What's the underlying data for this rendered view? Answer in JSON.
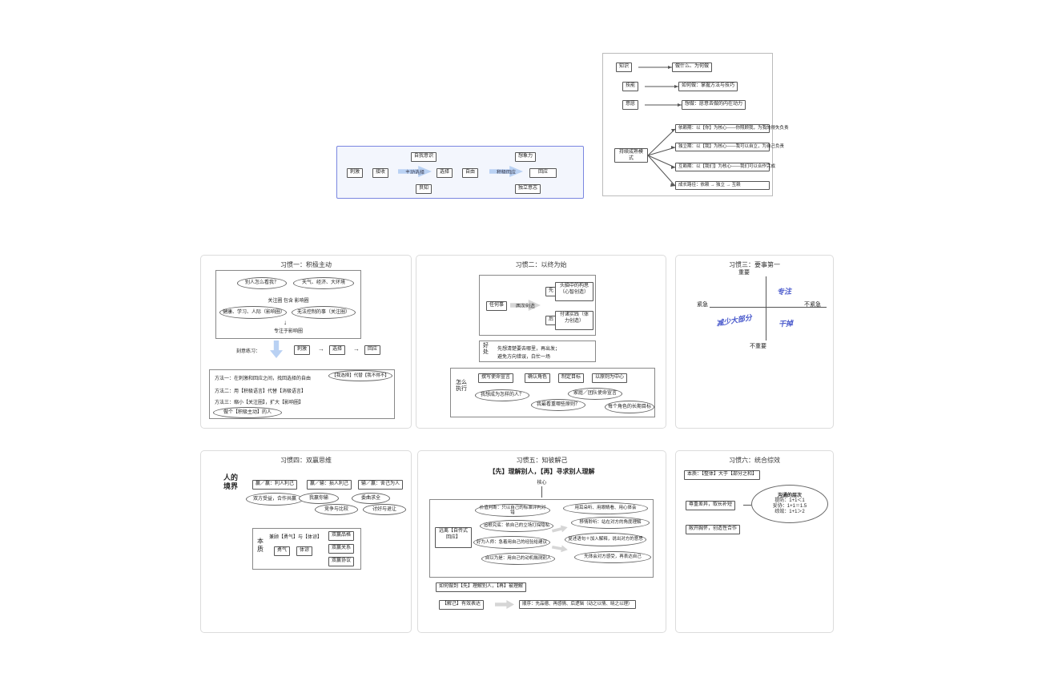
{
  "stimulus_panel": {
    "corners": [
      "自我意识",
      "想象力",
      "良知",
      "独立意志"
    ],
    "flow_boxes": [
      "刺激",
      "接收",
      "选择",
      "自由",
      "回应"
    ],
    "arrow1": "主动选择",
    "arrow2": "积极回应"
  },
  "tree_panel": {
    "rows": [
      {
        "left": "知识",
        "right": "做什么、为何做"
      },
      {
        "left": "技能",
        "right": "如何做：掌握方法与技巧"
      },
      {
        "left": "意愿",
        "right": "想做：愿意去做的内在动力"
      }
    ],
    "maturity": {
      "label": "持续成熟模式",
      "items": [
        "依赖期：以【你】为核心——你照顾我，为我的得失负责",
        "独立期：以【我】为核心——我可以自立，为自己负责",
        "互赖期：以【我们】为核心——我们可以合作完成",
        "成长路径：依赖 → 独立 → 互赖"
      ]
    }
  },
  "habit1": {
    "title": "习惯一：积极主动",
    "circle_top": [
      "别人怎么看我？",
      "天气、经济、大环境"
    ],
    "circle_mid": "关注圈 包含 影响圈",
    "circle_bottom": [
      "健康、学习、人际（影响圈）",
      "无法控制的事（关注圈）"
    ],
    "circle_arrow_glyph": "↓",
    "circle_arrow": "专注于影响圈",
    "practice_label": "刻意练习：",
    "flow": [
      "刺激",
      "选择",
      "回应"
    ],
    "flow_arrow_glyph": "→",
    "methods": [
      "方法一：在刺激和回应之间，找回选择的自由",
      "方法二：用【积极语言】代替【消极语言】",
      "方法三：缩小【关注圈】，扩大【影响圈】"
    ],
    "method_note": "【我选择】代替【我不得不】",
    "footer_note": "做个【积极主动】的人"
  },
  "habit2": {
    "title": "习惯二：以终为始",
    "anything": "任何事",
    "arrow": "两次创造",
    "first_tag": "先",
    "first": "头脑中的构思（心智创造）",
    "second_tag": "后",
    "second": "付诸实践（体力创造）",
    "benefit_label": "好处",
    "benefit_lines": [
      "先想清楚要去哪里，再出发；",
      "避免方向错误，白忙一场"
    ],
    "execute_label": "怎么执行",
    "execute_boxes": [
      "撰写使命宣言",
      "确认角色",
      "制定目标",
      "以原则为中心"
    ],
    "execute_ellipses": [
      "我想成为怎样的人？",
      "我最看重哪些原则？",
      "家庭／团队使命宣言",
      "每个角色的长期目标"
    ]
  },
  "habit3": {
    "title": "习惯三：要事第一",
    "axis": {
      "top": "重要",
      "bottom": "不重要",
      "left": "紧急",
      "right": "不紧急"
    },
    "quads": {
      "focus": "专注",
      "reduce": "减少大部分",
      "drop": "干掉"
    }
  },
  "habit4": {
    "title": "习惯四：双赢思维",
    "side_label": "人的境界",
    "groups": [
      {
        "box": "赢／赢：利人利己",
        "e1": "双方受益，合作共赢",
        "e2": ""
      },
      {
        "box": "赢／输：损人利己",
        "e1": "我赢你输",
        "e2": "竞争与比较"
      },
      {
        "box": "输／赢：舍己为人",
        "e1": "委曲求全",
        "e2": "讨好与退让"
      }
    ],
    "essence": {
      "label": "本质",
      "text": "兼顾【勇气】与【体谅】",
      "box1": "勇气",
      "box2": "体谅",
      "pillars": [
        "双赢品格",
        "双赢关系",
        "双赢协议"
      ]
    }
  },
  "habit5": {
    "title": "习惯五：知彼解己",
    "subtitle": "【先】理解别人，【再】寻求别人理解",
    "core": "核心",
    "avoid": "远离【自传式回应】",
    "left_ellipses": [
      "价值判断：只以自己的标准评判对错",
      "追根究底：依自己的立场打探隐私",
      "好为人师：急着用自己的经验给建议",
      "自以为是：用自己的动机揣测别人"
    ],
    "right_ellipses": [
      "用耳朵听、用眼睛看、用心体会",
      "移情聆听：站在对方的角度理解",
      "复述语句＋加入解释，说出对方的意思",
      "先体会对方感受，再表达自己"
    ],
    "how": "如何做到【先】理解别人，【再】被理解",
    "flow_left": "【解己】有效表达",
    "flow_right": "顺序：先品德、再感情、后逻辑（动之以情、晓之以理）"
  },
  "habit6": {
    "title": "习惯六：统合综效",
    "boxes": [
      "本质：【整体】大于【部分之和】",
      "尊重差异，取长补短",
      "敞开胸怀，创造性合作"
    ],
    "levels_title": "沟通的层次",
    "levels": [
      "提防：1+1＜1",
      "妥协：1+1＝1.5",
      "综效：1+1＞2"
    ]
  }
}
